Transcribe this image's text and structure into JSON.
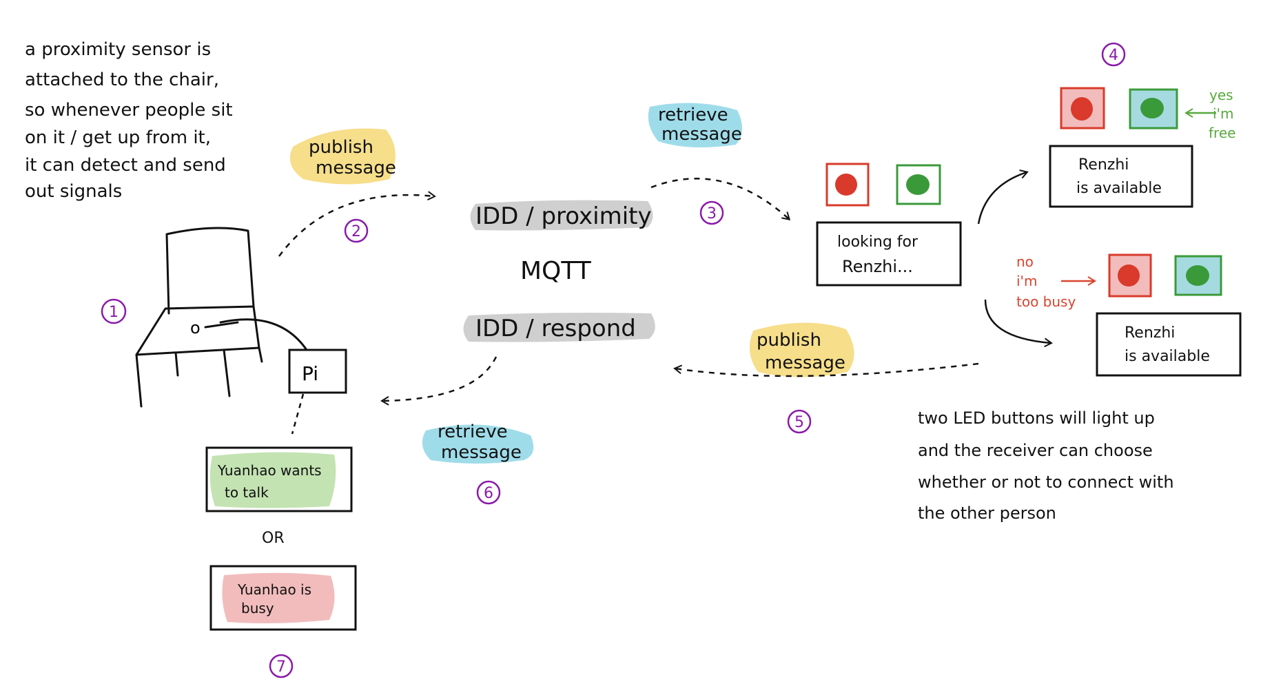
{
  "intro_text": [
    "a proximity sensor is",
    "attached to the chair,",
    "so whenever people sit",
    "on it / get up from it,",
    "it can detect and send",
    "out signals"
  ],
  "steps": {
    "s1": "1",
    "s2": "2",
    "s3": "3",
    "s4": "4",
    "s5": "5",
    "s6": "6",
    "s7": "7"
  },
  "labels": {
    "publish_message_1": [
      "publish",
      "message"
    ],
    "retrieve_message_1": [
      "retrieve",
      "message"
    ],
    "publish_message_2": [
      "publish",
      "message"
    ],
    "retrieve_message_2": [
      "retrieve",
      "message"
    ]
  },
  "broker": {
    "topic_proximity": "IDD / proximity",
    "name": "MQTT",
    "topic_respond": "IDD / respond"
  },
  "pi_label": "Pi",
  "chair_sensor_label": "o",
  "screens": {
    "looking": [
      "looking for",
      "Renzhi..."
    ],
    "available_yes": [
      "Renzhi",
      "is available"
    ],
    "available_no": [
      "Renzhi",
      "is available"
    ],
    "wants_talk": [
      "Yuanhao wants",
      "to talk"
    ],
    "or_text": "OR",
    "busy": [
      "Yuanhao is",
      "busy"
    ]
  },
  "responses": {
    "yes": [
      "yes",
      "i'm",
      "free"
    ],
    "no": [
      "no",
      "i'm",
      "too busy"
    ]
  },
  "led_text": [
    "two LED buttons will light up",
    "and the receiver can choose",
    "whether or not to connect with",
    "the other person"
  ],
  "colors": {
    "step_circle": "#8a1aa8",
    "yellow_highlight": "#f6de8a",
    "blue_highlight": "#9fdcea",
    "gray_highlight": "#cfcfcf",
    "green_fill": "#c3e3b2",
    "pink_fill": "#f2bcbc",
    "red_button": "#d93a2b",
    "green_button": "#3a9a3a",
    "yes_green": "#58a83e",
    "no_red": "#d9442f"
  }
}
